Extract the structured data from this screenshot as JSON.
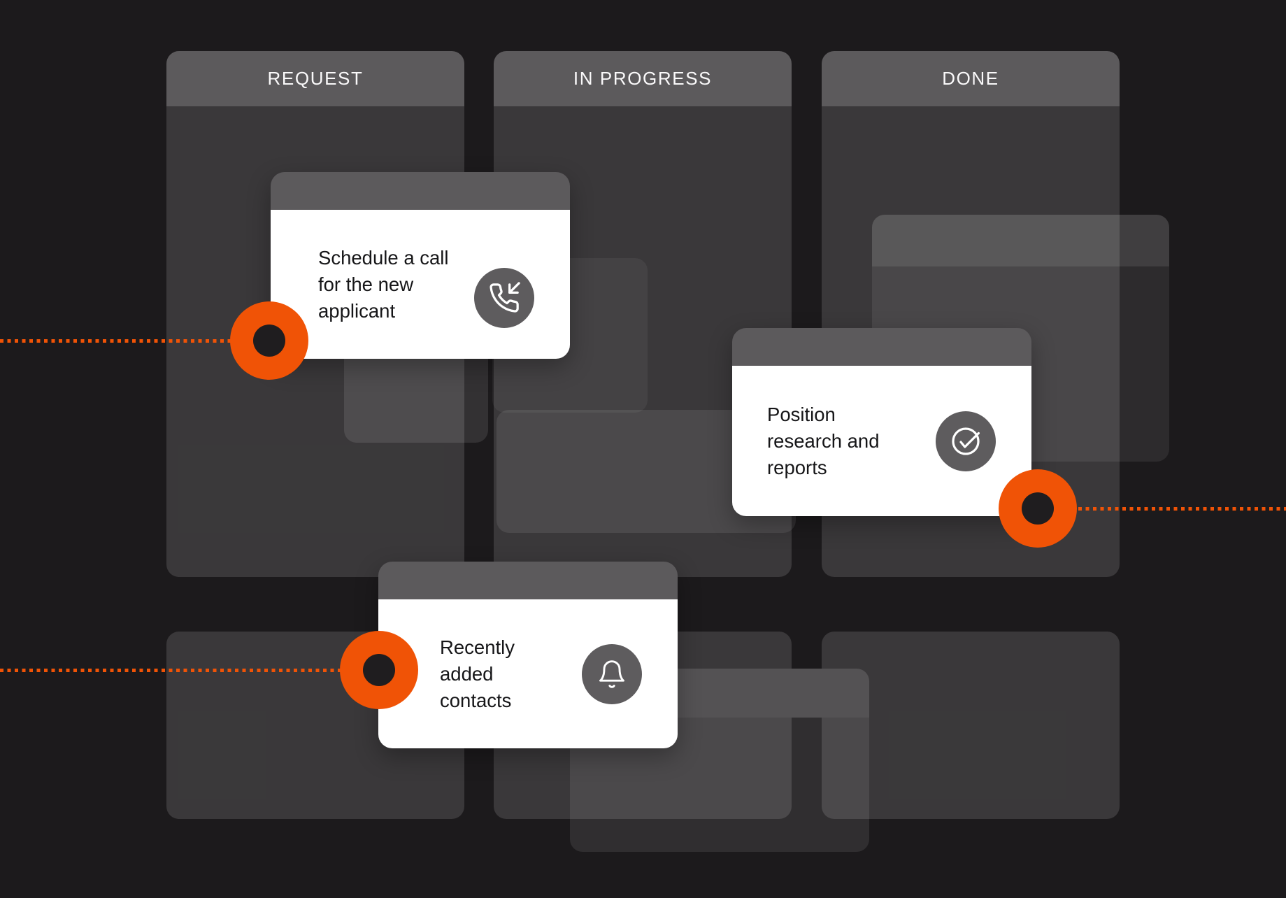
{
  "board": {
    "columns": [
      {
        "label": "REQUEST"
      },
      {
        "label": "IN PROGRESS"
      },
      {
        "label": "DONE"
      }
    ]
  },
  "cards": [
    {
      "title": "Schedule a call\nfor the new\napplicant",
      "icon": "incoming-call-icon"
    },
    {
      "title": "Position\nresearch and\nreports",
      "icon": "check-circle-icon"
    },
    {
      "title": "Recently\nadded\ncontacts",
      "icon": "bell-icon"
    }
  ],
  "colors": {
    "accent_orange": "#F05306",
    "panel_header_gray": "#5C5A5C",
    "icon_circle_gray": "#5E5C5E",
    "card_background": "#FFFFFF",
    "card_text": "#161618",
    "background": "#1C1A1C"
  }
}
